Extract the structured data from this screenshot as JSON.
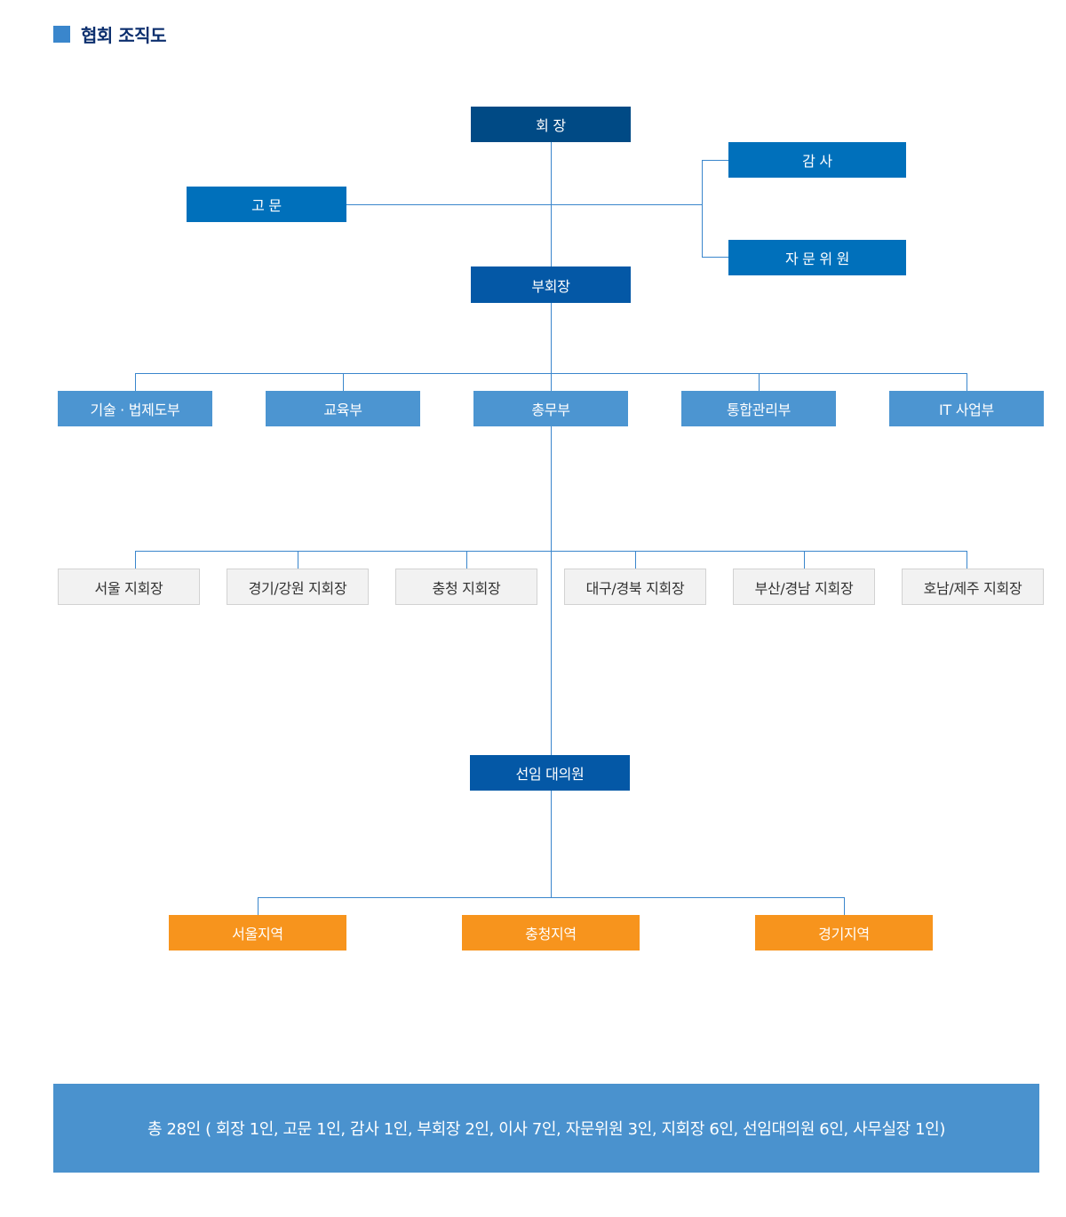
{
  "page": {
    "title": "협회 조직도"
  },
  "chart": {
    "president": "회 장",
    "advisor": "고 문",
    "auditor": "감 사",
    "consultant": "자 문 위 원",
    "vice_president": "부회장",
    "departments": [
      "기술 · 법제도부",
      "교육부",
      "총무부",
      "통합관리부",
      "IT 사업부"
    ],
    "branches": [
      "서울 지회장",
      "경기/강원 지회장",
      "충청 지회장",
      "대구/경북 지회장",
      "부산/경남 지회장",
      "호남/제주 지회장"
    ],
    "delegates": "선임 대의원",
    "regions": [
      "서울지역",
      "충청지역",
      "경기지역"
    ]
  },
  "summary": "총 28인 ( 회장 1인, 고문 1인, 감사 1인, 부회장 2인, 이사 7인, 자문위원 3인, 지회장 6인, 선임대의원 6인, 사무실장 1인)",
  "colors": {
    "president": "#004a85",
    "executive": "#0070bb",
    "vice_president": "#0458a6",
    "department": "#4c95d1",
    "branch": "#f2f2f2",
    "region": "#f7941d",
    "line": "#3a86cc"
  }
}
